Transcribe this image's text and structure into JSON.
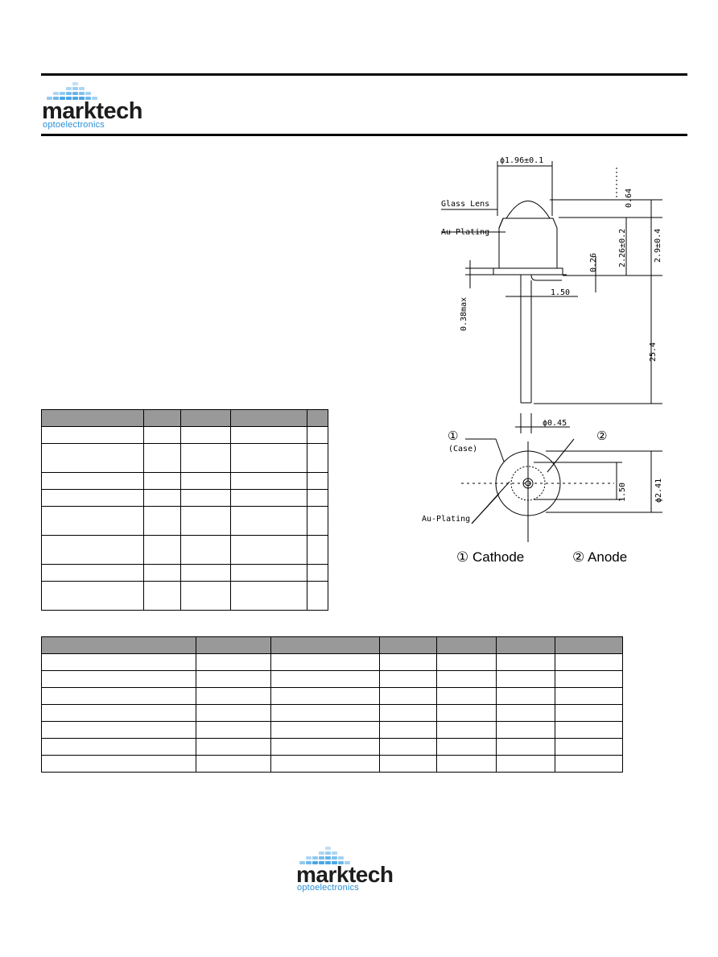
{
  "header": {
    "logo_word": "marktech",
    "logo_sub": "optoelectronics"
  },
  "footer": {
    "logo_word": "marktech",
    "logo_sub": "optoelectronics"
  },
  "drawing": {
    "labels": {
      "lens_diameter": "ϕ1.96±0.1",
      "glass_lens": "Glass Lens",
      "au_plating_top": "Au-Plating",
      "top_dim": "0.64",
      "height_total": "2.9±0.4",
      "body_height": "2.26±0.2",
      "flange": "0.26",
      "max_038": "0.38max",
      "pin_spacing": "1.50",
      "lead_length": "25.4",
      "lead_dia": "ϕ0.45",
      "case_num": "①",
      "case_label": "(Case)",
      "anode_num": "②",
      "bottom_spacing": "1.50",
      "bottom_dia": "ϕ2.41",
      "au_plating_bottom": "Au-Plating"
    },
    "legend": {
      "cathode": "① Cathode",
      "anode": "② Anode"
    }
  },
  "colors": {
    "table_header": "#999999",
    "logo_blue": "#2a8fd6",
    "logo_dot": "#4aa6e6"
  }
}
